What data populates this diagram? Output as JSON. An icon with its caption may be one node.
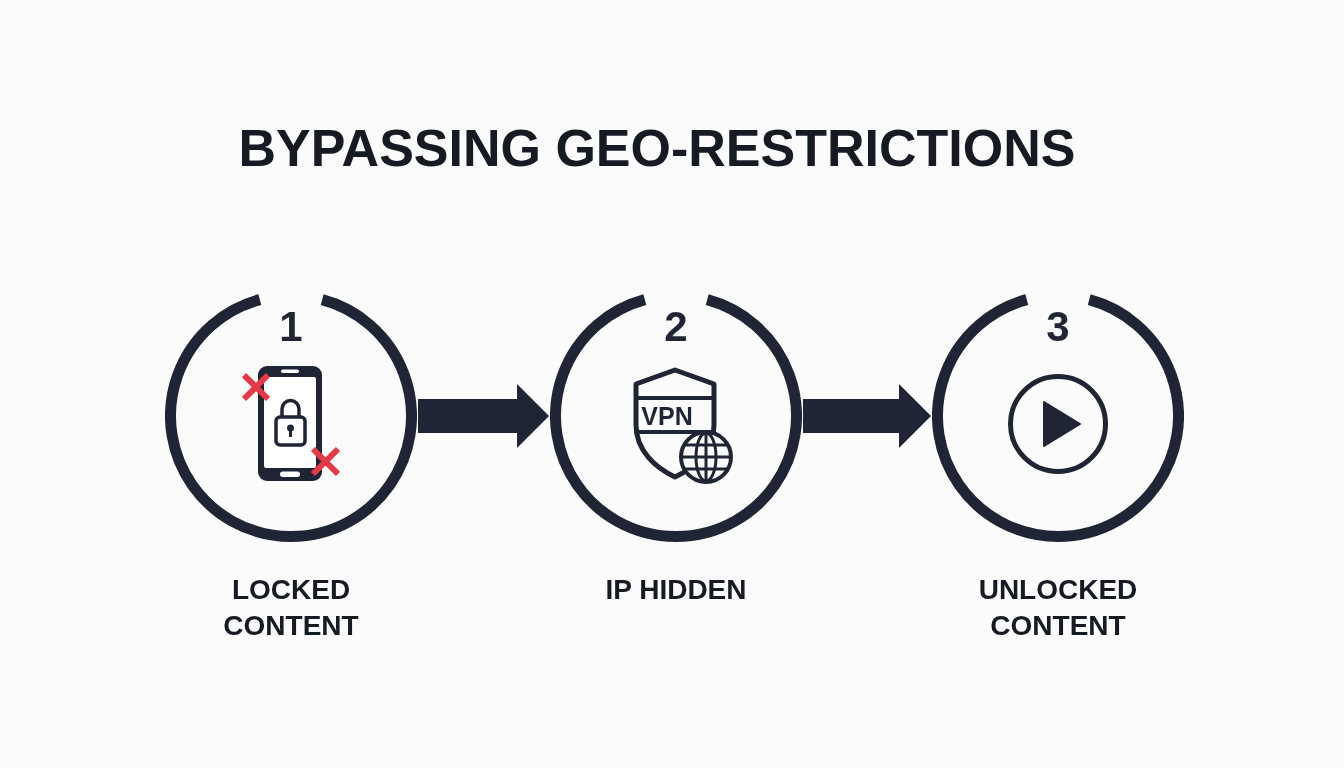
{
  "diagram": {
    "title": "BYPASSING GEO-RESTRICTIONS",
    "nodes": [
      {
        "text": [
          "1"
        ],
        "beside": [
          "LOCKED CONTENT"
        ]
      },
      {
        "text": [
          "2",
          "VPN"
        ],
        "beside": [
          "IP HIDDEN"
        ]
      },
      {
        "text": [
          "3"
        ],
        "beside": [
          "UNLOCKED CONTENT"
        ]
      }
    ],
    "edges": [
      {
        "from": 0,
        "to": 1,
        "arrow": "to"
      },
      {
        "from": 1,
        "to": 2,
        "arrow": "to"
      }
    ]
  }
}
